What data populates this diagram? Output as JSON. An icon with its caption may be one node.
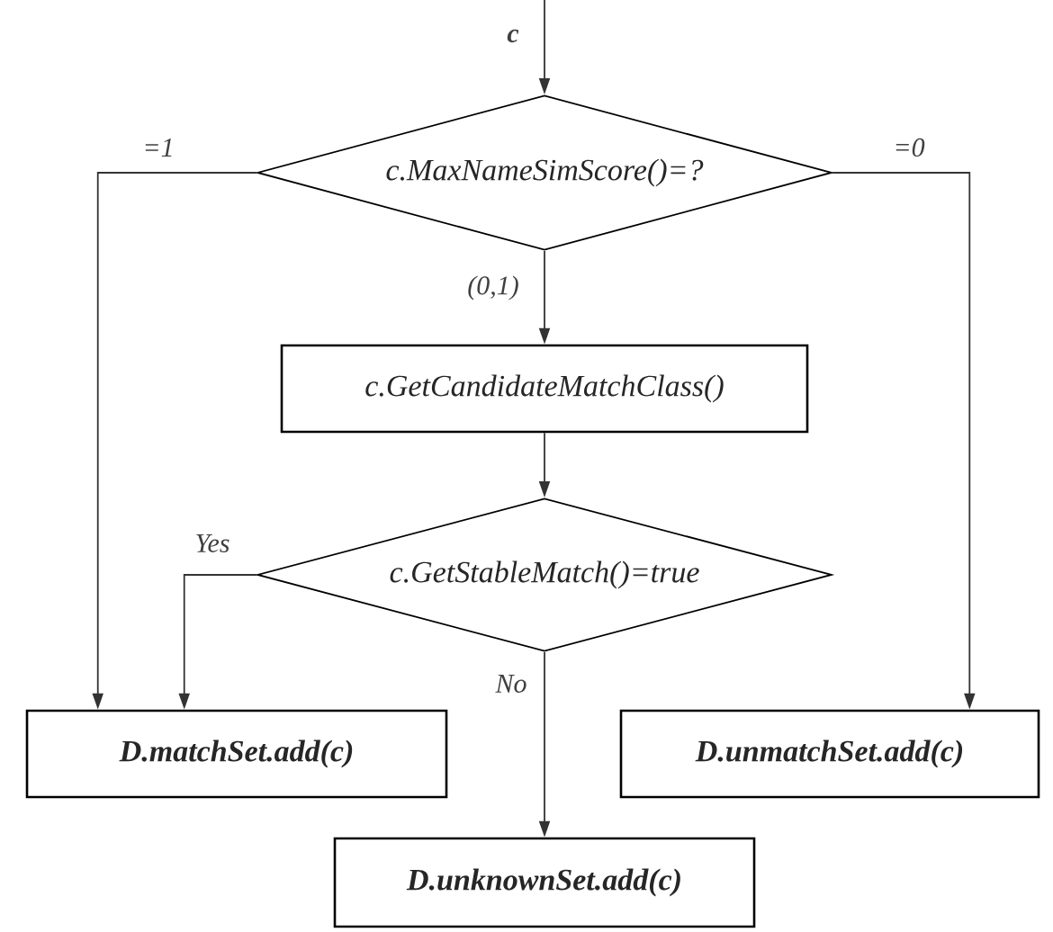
{
  "diagram": {
    "nodes": [
      {
        "text": [
          "c.MaxNameSimScore()=?"
        ]
      },
      {
        "text": [
          "c.GetCandidateMatchClass()"
        ]
      },
      {
        "text": [
          "c.GetStableMatch()=true"
        ]
      },
      {
        "text": [
          "D.matchSet.add(c)"
        ]
      },
      {
        "text": [
          "D.unmatchSet.add(c)"
        ]
      },
      {
        "text": [
          "D.unknownSet.add(c)"
        ]
      }
    ],
    "edges": [
      {
        "from": null,
        "to": 0,
        "arrow": "to",
        "label": "c"
      },
      {
        "from": 0,
        "to": 3,
        "arrow": "to",
        "label": "=1"
      },
      {
        "from": 0,
        "to": 4,
        "arrow": "to",
        "label": "=0"
      },
      {
        "from": 0,
        "to": 1,
        "arrow": "to",
        "label": "(0,1)"
      },
      {
        "from": 1,
        "to": 2,
        "arrow": "to"
      },
      {
        "from": 2,
        "to": 3,
        "arrow": "to",
        "label": "Yes"
      },
      {
        "from": 2,
        "to": 5,
        "arrow": "to",
        "label": "No"
      }
    ]
  }
}
